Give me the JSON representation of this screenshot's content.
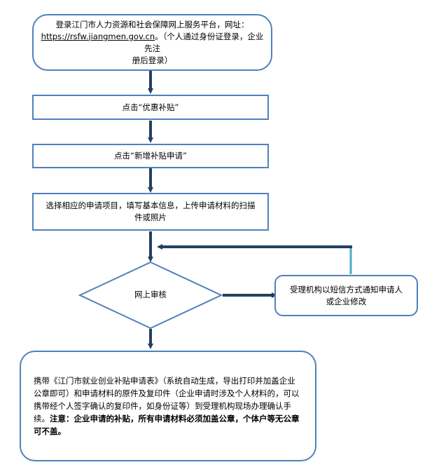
{
  "flowchart": {
    "step1": {
      "line1": "登录江门市人力资源和社会保障网上服务平台，网址：",
      "url": "https://rsfw.jiangmen.gov.cn",
      "line2_suffix": "。（个人通过身份证登录，企业先注",
      "line3": "册后登录）"
    },
    "step2": "点击“优惠补贴”",
    "step3": "点击“新增补贴申请”",
    "step4": "选择相应的申请项目，填写基本信息，上传申请材料的扫描\n件或照片",
    "decision": "网上审核",
    "side_box": "受理机构以短信方式通知申请人\n或企业修改",
    "final": {
      "normal": "携带《江门市就业创业补贴申请表》（系统自动生成，导出打印并加盖企业公章即可）和申请材料的原件及复印件（企业申请时涉及个人材料的，可以携带经个人签字确认的复印件，如身份证等）到受理机构现场办理确认手续。",
      "bold": "注意：企业申请的补贴，所有申请材料必须加盖公章，个体户等无公章可不盖。"
    },
    "colors": {
      "box_border": "#4f81bd",
      "arrow": "#243f60",
      "return_line_teal": "#4bacc6"
    }
  }
}
